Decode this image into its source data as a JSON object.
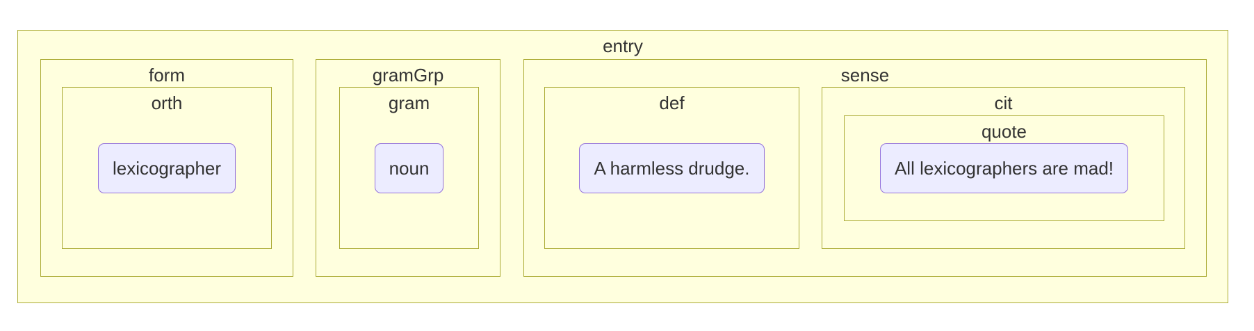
{
  "diagram": {
    "type": "nested-box-diagram",
    "colors": {
      "cluster_fill": "#ffffde",
      "cluster_border": "#aaaa33",
      "node_fill": "#ECECFF",
      "node_border": "#9370DB",
      "text": "#333333",
      "page_background": "#ffffff"
    }
  },
  "tree": {
    "label": "entry",
    "children": [
      {
        "label": "form",
        "children": [
          {
            "label": "orth",
            "node": "lexicographer"
          }
        ]
      },
      {
        "label": "gramGrp",
        "children": [
          {
            "label": "gram",
            "node": "noun"
          }
        ]
      },
      {
        "label": "sense",
        "children": [
          {
            "label": "def",
            "node": "A harmless drudge."
          },
          {
            "label": "cit",
            "children": [
              {
                "label": "quote",
                "node": "All lexicographers are mad!"
              }
            ]
          }
        ]
      }
    ]
  }
}
